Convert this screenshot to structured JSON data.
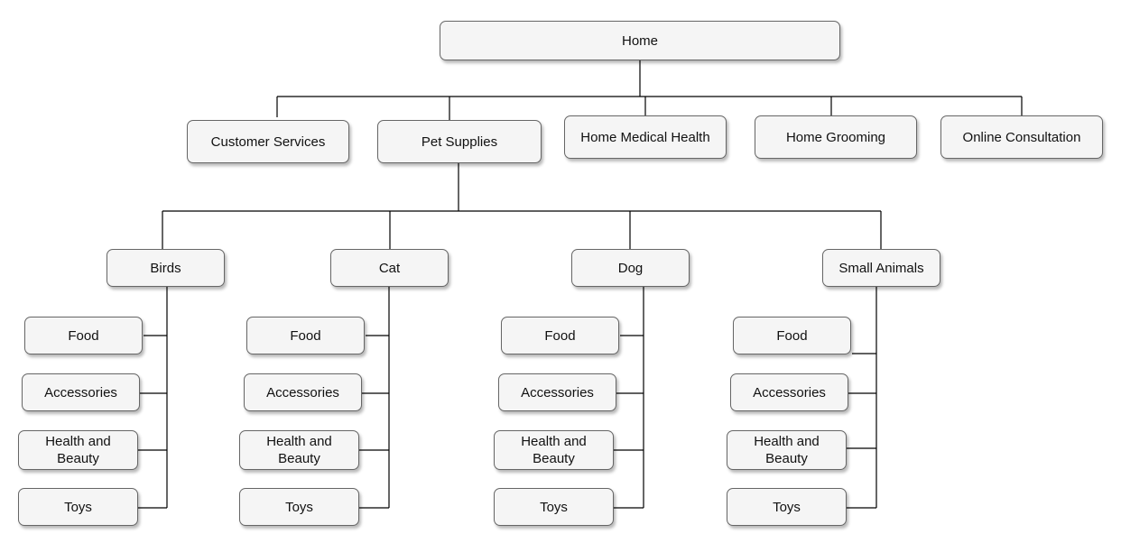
{
  "root": {
    "label": "Home"
  },
  "level1": [
    {
      "label": "Customer Services"
    },
    {
      "label": "Pet Supplies"
    },
    {
      "label": "Home Medical Health"
    },
    {
      "label": "Home Grooming"
    },
    {
      "label": "Online Consultation"
    }
  ],
  "categories": [
    {
      "label": "Birds",
      "children": [
        "Food",
        "Accessories",
        "Health and Beauty",
        "Toys"
      ]
    },
    {
      "label": "Cat",
      "children": [
        "Food",
        "Accessories",
        "Health and Beauty",
        "Toys"
      ]
    },
    {
      "label": "Dog",
      "children": [
        "Food",
        "Accessories",
        "Health and Beauty",
        "Toys"
      ]
    },
    {
      "label": "Small Animals",
      "children": [
        "Food",
        "Accessories",
        "Health and Beauty",
        "Toys"
      ]
    }
  ]
}
